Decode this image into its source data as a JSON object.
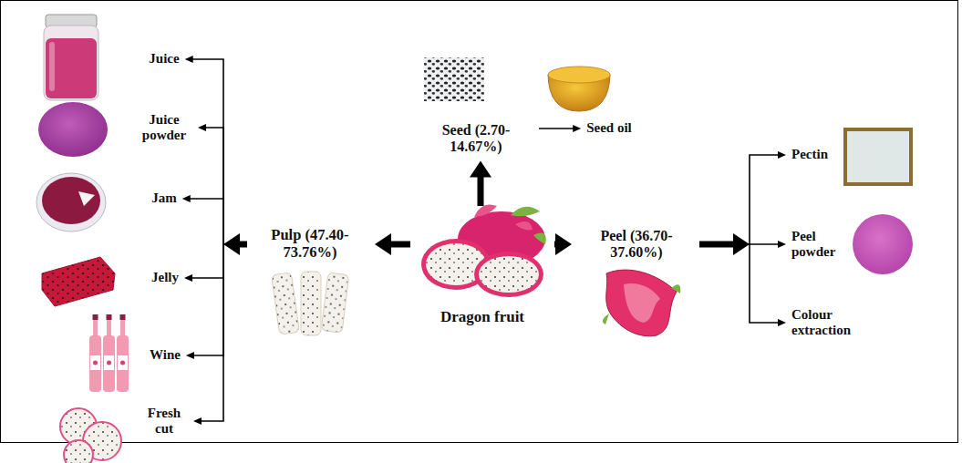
{
  "diagram": {
    "nodes": [
      {
        "text": [
          "Dragon fruit"
        ]
      },
      {
        "text": [
          "Pulp (47.40-73.76%)"
        ]
      },
      {
        "text": [
          "Seed (2.70-14.67%)"
        ]
      },
      {
        "text": [
          "Peel (36.70-37.60%)"
        ]
      },
      {
        "text": [
          "Juice"
        ]
      },
      {
        "text": [
          "Juice powder"
        ]
      },
      {
        "text": [
          "Jam"
        ]
      },
      {
        "text": [
          "Jelly"
        ]
      },
      {
        "text": [
          "Wine"
        ]
      },
      {
        "text": [
          "Fresh cut"
        ]
      },
      {
        "text": [
          "Seed oil"
        ]
      },
      {
        "text": [
          "Pectin"
        ]
      },
      {
        "text": [
          "Peel powder"
        ]
      },
      {
        "text": [
          "Colour extraction"
        ]
      }
    ],
    "edges": [
      {
        "from": 0,
        "to": 1,
        "arrow": "to"
      },
      {
        "from": 0,
        "to": 2,
        "arrow": "to"
      },
      {
        "from": 0,
        "to": 3,
        "arrow": "to"
      },
      {
        "from": 1,
        "to": 4,
        "arrow": "to"
      },
      {
        "from": 1,
        "to": 5,
        "arrow": "to"
      },
      {
        "from": 1,
        "to": 6,
        "arrow": "to"
      },
      {
        "from": 1,
        "to": 7,
        "arrow": "to"
      },
      {
        "from": 1,
        "to": 8,
        "arrow": "to"
      },
      {
        "from": 1,
        "to": 9,
        "arrow": "to"
      },
      {
        "from": 2,
        "to": 10,
        "arrow": "to"
      },
      {
        "from": 3,
        "to": 11,
        "arrow": "to"
      },
      {
        "from": 3,
        "to": 12,
        "arrow": "to"
      },
      {
        "from": 3,
        "to": 13,
        "arrow": "to"
      }
    ]
  }
}
